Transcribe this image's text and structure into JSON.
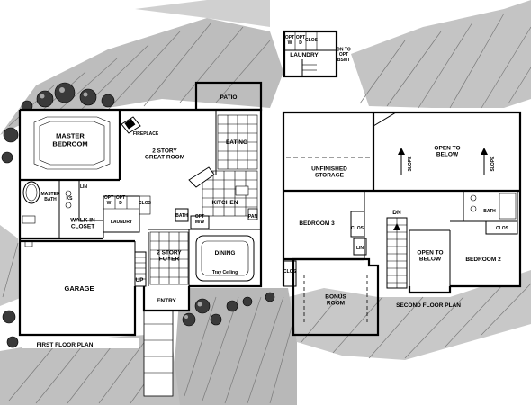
{
  "labels": {
    "patio": "PATIO",
    "laundry_inset": "LAUNDRY",
    "opt_w_inset": "OPT\nW",
    "opt_d_inset": "OPT\nD",
    "clos_inset": "CLOS",
    "dn_to_opt_bsmt": "DN TO\nOPT\nBSMT",
    "master_bedroom": "MASTER\nBEDROOM",
    "fireplace": "FIREPLACE",
    "great_room": "2 STORY\nGREAT ROOM",
    "eating": "EATING",
    "master_bath": "MASTER\nBATH",
    "lin_first": "LIN",
    "ks": "KS",
    "walk_in_closet": "WALK IN\nCLOSET",
    "opt_w": "OPT\nW",
    "opt_d": "OPT\nD",
    "clos_first": "CLOS",
    "laundry": "LAUNDRY",
    "kitchen": "KITCHEN",
    "pan": "PAN",
    "opt_mw": "OPT\nM/W",
    "bath_half": "BATH",
    "garage": "GARAGE",
    "up": "UP",
    "foyer": "2 STORY\nFOYER",
    "entry": "ENTRY",
    "dining": "DINING",
    "tray_ceiling": "Tray Ceiling",
    "first_floor_plan": "FIRST FLOOR PLAN",
    "unfinished_storage": "UNFINISHED\nSTORAGE",
    "open_to_below_top": "OPEN TO\nBELOW",
    "slope_left": "SLOPE",
    "slope_right": "SLOPE",
    "bedroom_3": "BEDROOM 3",
    "clos_bed3": "CLOS",
    "lin_second": "LIN",
    "dn": "DN",
    "clos_left": "CLOS",
    "open_to_below_mid": "OPEN TO\nBELOW",
    "bedroom_2": "BEDROOM 2",
    "bath_second": "BATH",
    "clos_bed2": "CLOS",
    "bonus_room": "BONUS\nROOM",
    "second_floor_plan": "SECOND FLOOR PLAN"
  }
}
